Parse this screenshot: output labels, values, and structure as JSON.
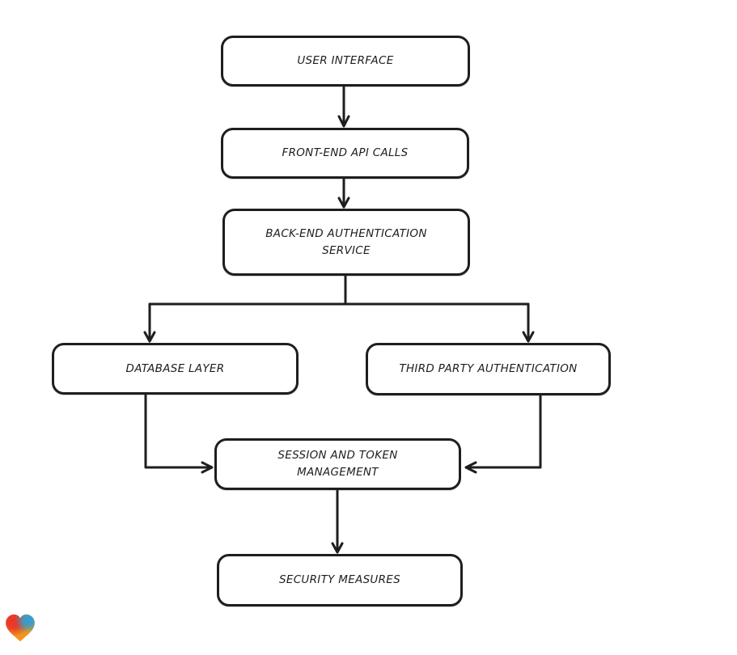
{
  "diagram": {
    "type": "flowchart",
    "style": "hand-drawn",
    "colors": {
      "stroke": "#1e1e1e",
      "node_fill": "#ffffff",
      "canvas_background": "#ffffff"
    },
    "nodes": {
      "user_interface": {
        "label": "USER INTERFACE"
      },
      "front_end_api_calls": {
        "label": "FRONT-END API CALLS"
      },
      "back_end_auth_service": {
        "label": "BACK-END AUTHENTICATION\nSERVICE"
      },
      "database_layer": {
        "label": "DATABASE LAYER"
      },
      "third_party_auth": {
        "label": "THIRD PARTY AUTHENTICATION"
      },
      "session_token_mgmt": {
        "label": "SESSION AND TOKEN\nMANAGEMENT"
      },
      "security_measures": {
        "label": "SECURITY MEASURES"
      }
    },
    "edges": [
      {
        "from": "user_interface",
        "to": "front_end_api_calls"
      },
      {
        "from": "front_end_api_calls",
        "to": "back_end_auth_service"
      },
      {
        "from": "back_end_auth_service",
        "to": "database_layer"
      },
      {
        "from": "back_end_auth_service",
        "to": "third_party_auth"
      },
      {
        "from": "database_layer",
        "to": "session_token_mgmt"
      },
      {
        "from": "third_party_auth",
        "to": "session_token_mgmt"
      },
      {
        "from": "session_token_mgmt",
        "to": "security_measures"
      }
    ]
  },
  "logo": {
    "icon": "gradient-heart-icon",
    "colors": {
      "red": "#e8342a",
      "blue": "#2b9fd8",
      "green": "#6aa84f",
      "orange": "#f6921e"
    }
  }
}
